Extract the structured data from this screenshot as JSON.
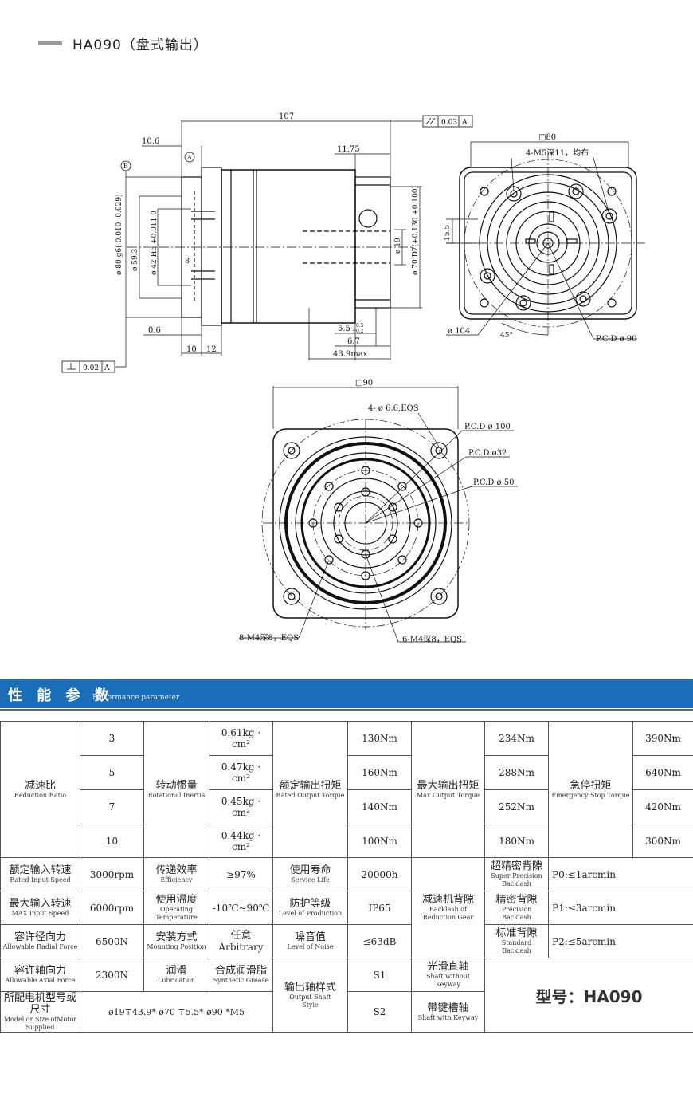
{
  "header": {
    "title": "HA090（盘式输出）"
  },
  "drawing": {
    "side": {
      "len_107": "107",
      "len_10_6": "10.6",
      "len_11_75": "11.75",
      "datum_a": "A",
      "datum_b": "B",
      "parallel_tol": "0.03",
      "parallel_ref": "A",
      "perp_tol": "0.02",
      "perp_ref": "A",
      "dia_80": "ø 80  g6(-0.010 -0.029)",
      "dia_59_3": "ø 59.3",
      "dia_42": "ø 42 H5 +0.011 0",
      "dim_8": "8",
      "dia_19": "ø 19",
      "dia_70": "ø 70  D7(+0.130 +0.100)",
      "len_0_6": "0.6",
      "len_10": "10",
      "len_12": "12",
      "len_5_5": "5.5",
      "tol_5_5_up": "+0.5",
      "tol_5_5_dn": "+0.2",
      "len_6_7": "6.7",
      "len_43_9": "43.9max"
    },
    "front": {
      "sq_80": "□80",
      "holes": "4-M5深11，均布",
      "dim_15_5": "15.5",
      "dia_104": "ø 104",
      "angle": "45°",
      "pcd_90": "P.C.D ø 90"
    },
    "rear": {
      "sq_90": "□90",
      "holes_6_6": "4- ø 6.6,EQS",
      "pcd_100": "P.C.D ø 100",
      "pcd_32": "P.C.D ø32",
      "pcd_50": "P.C.D ø 50",
      "m4_8": "8-M4深8，EQS",
      "m4_6": "6-M4深8，EQS"
    }
  },
  "perf": {
    "title": "性 能 参 数",
    "subtitle": "Performance parameter"
  },
  "table": {
    "ratio_cn": "减速比",
    "ratio_en": "Reduction Ratio",
    "ratios": [
      "3",
      "5",
      "7",
      "10"
    ],
    "inertia_cn": "转动惯量",
    "inertia_en": "Rotational Inertia",
    "inertia": [
      "0.61kg · cm²",
      "0.47kg · cm²",
      "0.45kg · cm²",
      "0.44kg · cm²"
    ],
    "rated_torque_cn": "额定输出扭矩",
    "rated_torque_en": "Rated Output Torque",
    "rated_torque": [
      "130Nm",
      "160Nm",
      "140Nm",
      "100Nm"
    ],
    "max_torque_cn": "最大输出扭矩",
    "max_torque_en": "Max Output Torque",
    "max_torque": [
      "234Nm",
      "288Nm",
      "252Nm",
      "180Nm"
    ],
    "estop_cn": "急停扭矩",
    "estop_en1": "Emergency Stop",
    "estop_en2": "Torque",
    "estop": [
      "390Nm",
      "640Nm",
      "420Nm",
      "300Nm"
    ],
    "rated_speed_cn": "额定输入转速",
    "rated_speed_en": "Rated Input Speed",
    "rated_speed": "3000rpm",
    "efficiency_cn": "传递效率",
    "efficiency_en": "Efficiency",
    "efficiency": "≥97%",
    "life_cn": "使用寿命",
    "life_en": "Service Life",
    "life": "20000h",
    "backlash_cn": "减速机背隙",
    "backlash_en1": "Backlash of",
    "backlash_en2": "Reduction Gear",
    "super_cn": "超精密背隙",
    "super_en1": "Super Precision",
    "super_en2": "Backlash",
    "super_val": "P0:≤1arcmin",
    "max_speed_cn": "最大输入转速",
    "max_speed_en": "MAX Input Speed",
    "max_speed": "6000rpm",
    "temp_cn": "使用温度",
    "temp_en1": "Operating",
    "temp_en2": "Temperature",
    "temp": "-10℃~90℃",
    "protect_cn": "防护等级",
    "protect_en": "Level of Production",
    "protect": "IP65",
    "precision_cn": "精密背隙",
    "precision_en": "Precision Backlash",
    "precision_val": "P1:≤3arcmin",
    "radial_cn": "容许径向力",
    "radial_en": "Allowable Radial Force",
    "radial": "6500N",
    "mount_cn": "安装方式",
    "mount_en": "Mounting Position",
    "mount_cn2": "任意",
    "mount_en2": "Arbitrary",
    "noise_cn": "噪音值",
    "noise_en": "Level of Noise",
    "noise": "≤63dB",
    "standard_cn": "标准背隙",
    "standard_en": "Standard Backlash",
    "standard_val": "P2:≤5arcmin",
    "axial_cn": "容许轴向力",
    "axial_en": "Allowable Axial Force",
    "axial": "2300N",
    "lube_cn": "润滑",
    "lube_en": "Lubrication",
    "lube_cn2": "合成润滑脂",
    "lube_en2": "Synthetic Grease",
    "shaft_cn": "输出轴样式",
    "shaft_en1": "Output Shaft",
    "shaft_en2": "Style",
    "s1": "S1",
    "s1_cn": "光滑直轴",
    "s1_en": "Shaft without Keyway",
    "motor_cn": "所配电机型号或尺寸",
    "motor_en": "Model or Size ofMotor Supplied",
    "motor_val": "ø19∓43.9* ø70 ∓5.5* ø90 *M5",
    "s2": "S2",
    "s2_cn": "带键槽轴",
    "s2_en": "Shaft with Keyway",
    "model": "型号：HA090"
  }
}
